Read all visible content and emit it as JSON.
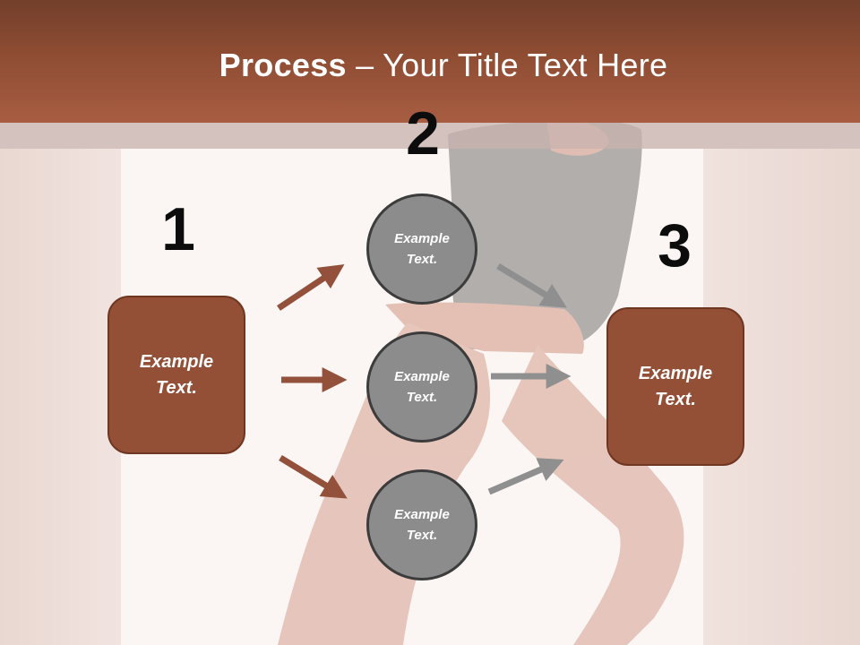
{
  "title": {
    "bold": "Process",
    "rest": " – Your Title Text Here"
  },
  "steps": {
    "one": "1",
    "two": "2",
    "three": "3"
  },
  "left_box": {
    "line1": "Example",
    "line2": "Text."
  },
  "right_box": {
    "line1": "Example",
    "line2": "Text."
  },
  "circles": [
    {
      "line1": "Example",
      "line2": "Text."
    },
    {
      "line1": "Example",
      "line2": "Text."
    },
    {
      "line1": "Example",
      "line2": "Text."
    }
  ],
  "colors": {
    "brown": "#944f37",
    "gray": "#8c8c8c",
    "brown_arrow": "#93503a",
    "gray_arrow": "#8f8f8f"
  }
}
